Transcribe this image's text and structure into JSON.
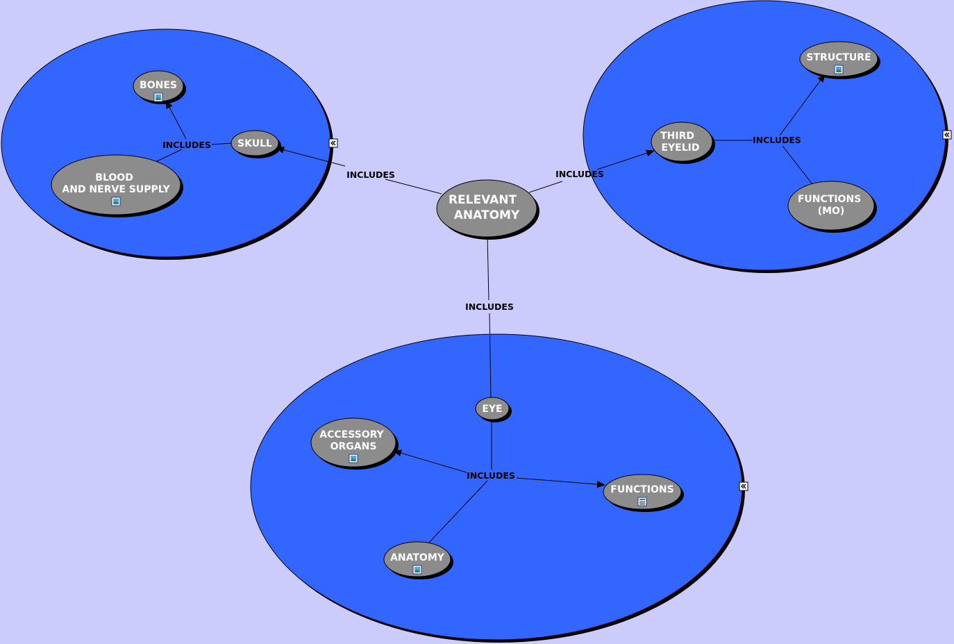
{
  "colors": {
    "background": "#ccccfc",
    "cluster_fill": "#3366ff",
    "concept_fill": "#8c8c8c",
    "shadow": "#000000",
    "concept_text": "#ffffff",
    "link_text": "#000000"
  },
  "concepts": {
    "relevant_anatomy": [
      "RELEVANT",
      "ANATOMY"
    ],
    "bones": [
      "BONES"
    ],
    "skull": [
      "SKULL"
    ],
    "blood_nerve": [
      "BLOOD",
      "AND NERVE SUPPLY"
    ],
    "structure": [
      "STRUCTURE"
    ],
    "third_eyelid": [
      "THIRD",
      "EYELID"
    ],
    "functions_mo": [
      "FUNCTIONS",
      "(MO)"
    ],
    "eye": [
      "EYE"
    ],
    "accessory_organs": [
      "ACCESSORY",
      "ORGANS"
    ],
    "functions": [
      "FUNCTIONS"
    ],
    "anatomy": [
      "ANATOMY"
    ]
  },
  "links": {
    "skull_includes": "INCLUDES",
    "center_left": "INCLUDES",
    "center_right": "INCLUDES",
    "third_eyelid_includes": "INCLUDES",
    "center_down": "INCLUDES",
    "eye_includes": "INCLUDES"
  },
  "resource_icons": {
    "bones": "image-resource-icon",
    "blood_nerve": "image-resource-icon",
    "structure": "image-resource-icon",
    "accessory_organs": "image-resource-icon",
    "anatomy": "image-resource-icon",
    "functions": "document-resource-icon"
  },
  "collapse_icon": "collapse-arrows-icon"
}
